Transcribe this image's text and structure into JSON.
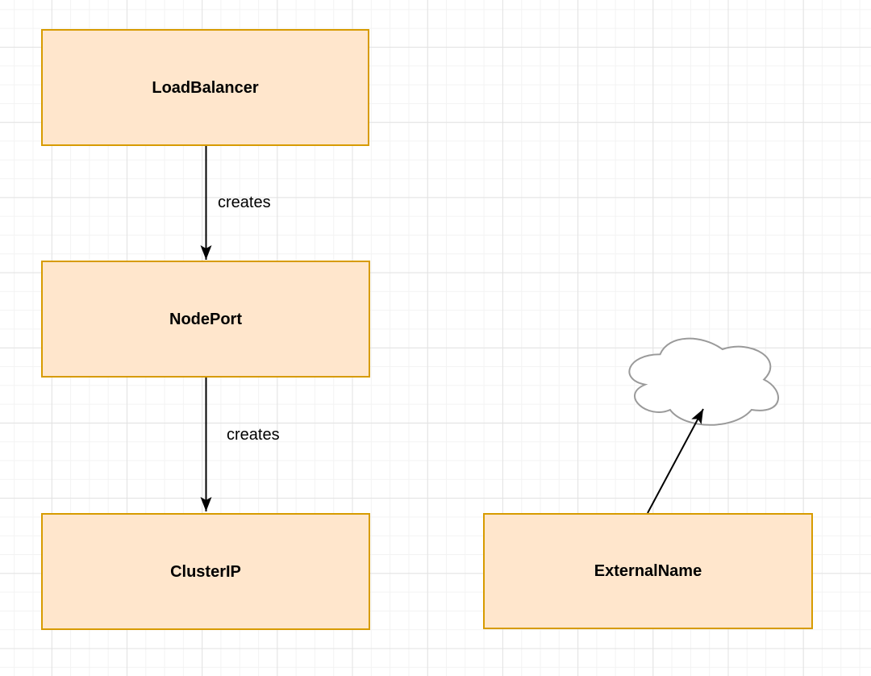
{
  "app": {
    "type": "diagram-canvas",
    "description": "Kubernetes service types diagram on grid canvas"
  },
  "diagram": {
    "nodes": [
      {
        "id": "loadbalancer",
        "label": "LoadBalancer"
      },
      {
        "id": "nodeport",
        "label": "NodePort"
      },
      {
        "id": "clusterip",
        "label": "ClusterIP"
      },
      {
        "id": "externalname",
        "label": "ExternalName"
      }
    ],
    "edges": [
      {
        "from": "loadbalancer",
        "to": "nodeport",
        "label": "creates"
      },
      {
        "from": "nodeport",
        "to": "clusterip",
        "label": "creates"
      },
      {
        "from": "externalname",
        "to": "external-cloud",
        "label": ""
      }
    ],
    "shapes": [
      {
        "id": "external-cloud",
        "type": "cloud",
        "label": ""
      }
    ],
    "colors": {
      "node_fill": "#FFE6CC",
      "node_border": "#D79B00",
      "cloud_fill": "#FFFFFF",
      "cloud_stroke": "#9A9A9A",
      "arrow": "#000000",
      "text": "#000000",
      "grid_minor": "#F3F3F3",
      "grid_major": "#E2E2E2",
      "background": "#FFFFFF"
    }
  }
}
